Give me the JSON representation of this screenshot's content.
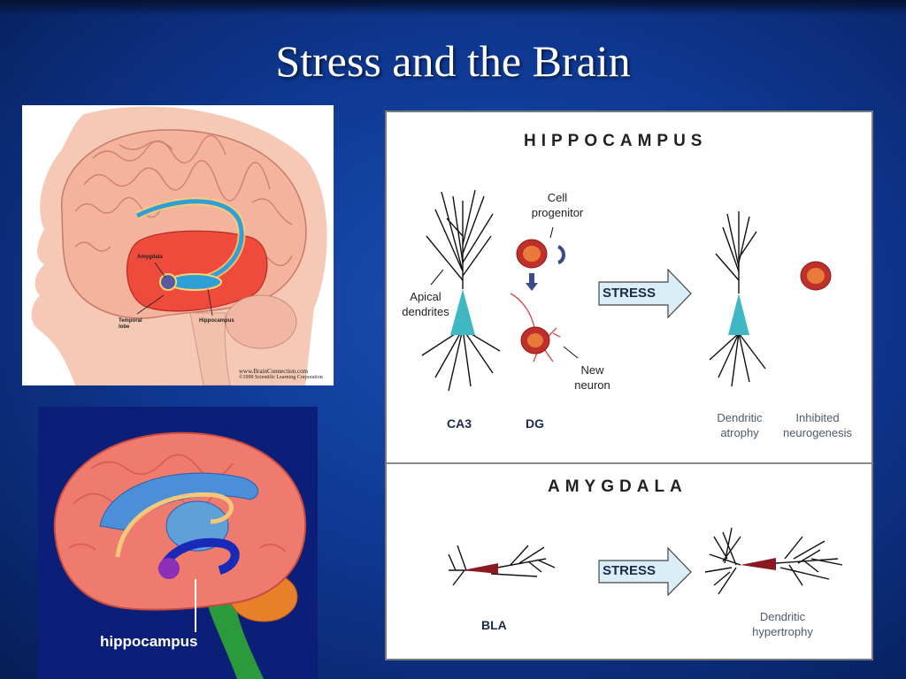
{
  "slide": {
    "title": "Stress and the Brain"
  },
  "brain_connection": {
    "labels": {
      "amygdala": "Amygdala",
      "temporal_lobe": "Temporal\nlobe",
      "hippocampus": "Hippocampus"
    },
    "credit_line1": "www.BrainConnection.com",
    "credit_line2": "©1999 Scientific Learning Corporation"
  },
  "brain_3d": {
    "label": "hippocampus"
  },
  "diagram": {
    "hippocampus_heading": "HIPPOCAMPUS",
    "amygdala_heading": "AMYGDALA",
    "cell_progenitor": "Cell\nprogenitor",
    "apical_dendrites": "Apical\ndendrites",
    "new_neuron": "New\nneuron",
    "stress": "STRESS",
    "ca3": "CA3",
    "dg": "DG",
    "dendritic_atrophy": "Dendritic\natrophy",
    "inhibited_neurogenesis": "Inhibited\nneurogenesis",
    "bla": "BLA",
    "dendritic_hypertrophy": "Dendritic\nhypertrophy"
  },
  "colors": {
    "background": "#0f3a95",
    "soma_cyan": "#3fb8c4",
    "cell_red": "#c0302a",
    "stress_arrow": "#d9eef6",
    "brain_pink": "#e8806e"
  }
}
